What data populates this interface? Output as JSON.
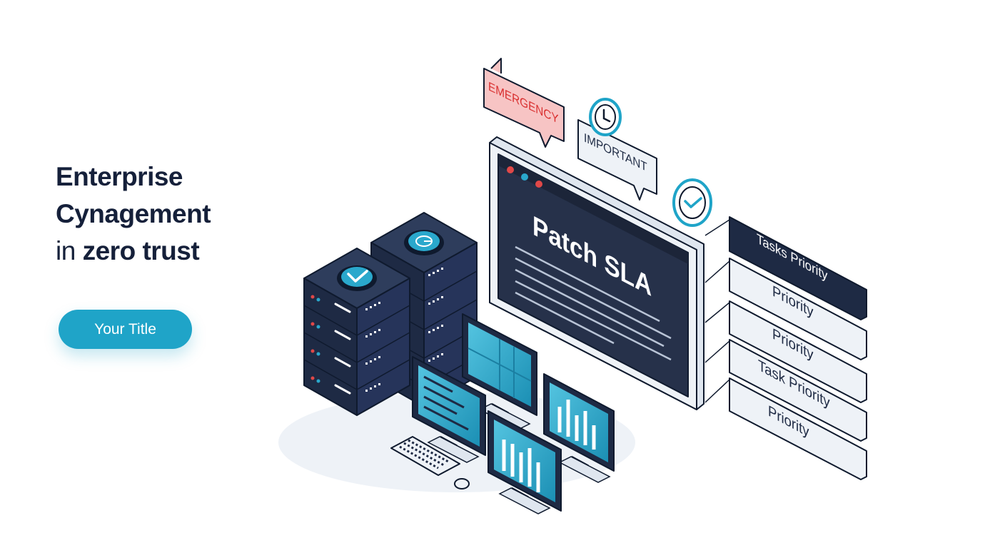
{
  "heading": {
    "line1": "Enterprise",
    "line2": "Cynagement",
    "line3_prefix": "in",
    "line3_bold": "zero trust"
  },
  "cta_button": {
    "label": "Your Title"
  },
  "tags": {
    "emergency": "EMERGENCY",
    "important": "IMPORTANT"
  },
  "screen": {
    "title": "Patch SLA"
  },
  "list": {
    "header": "Tasks Priority",
    "items": [
      "Priority",
      "Priority",
      "Task Priority",
      "Priority"
    ]
  },
  "colors": {
    "navy": "#1e2a44",
    "accent": "#1fa4c8",
    "emergency": "#e03a3a",
    "emergency_bg": "#f7c4c4"
  }
}
